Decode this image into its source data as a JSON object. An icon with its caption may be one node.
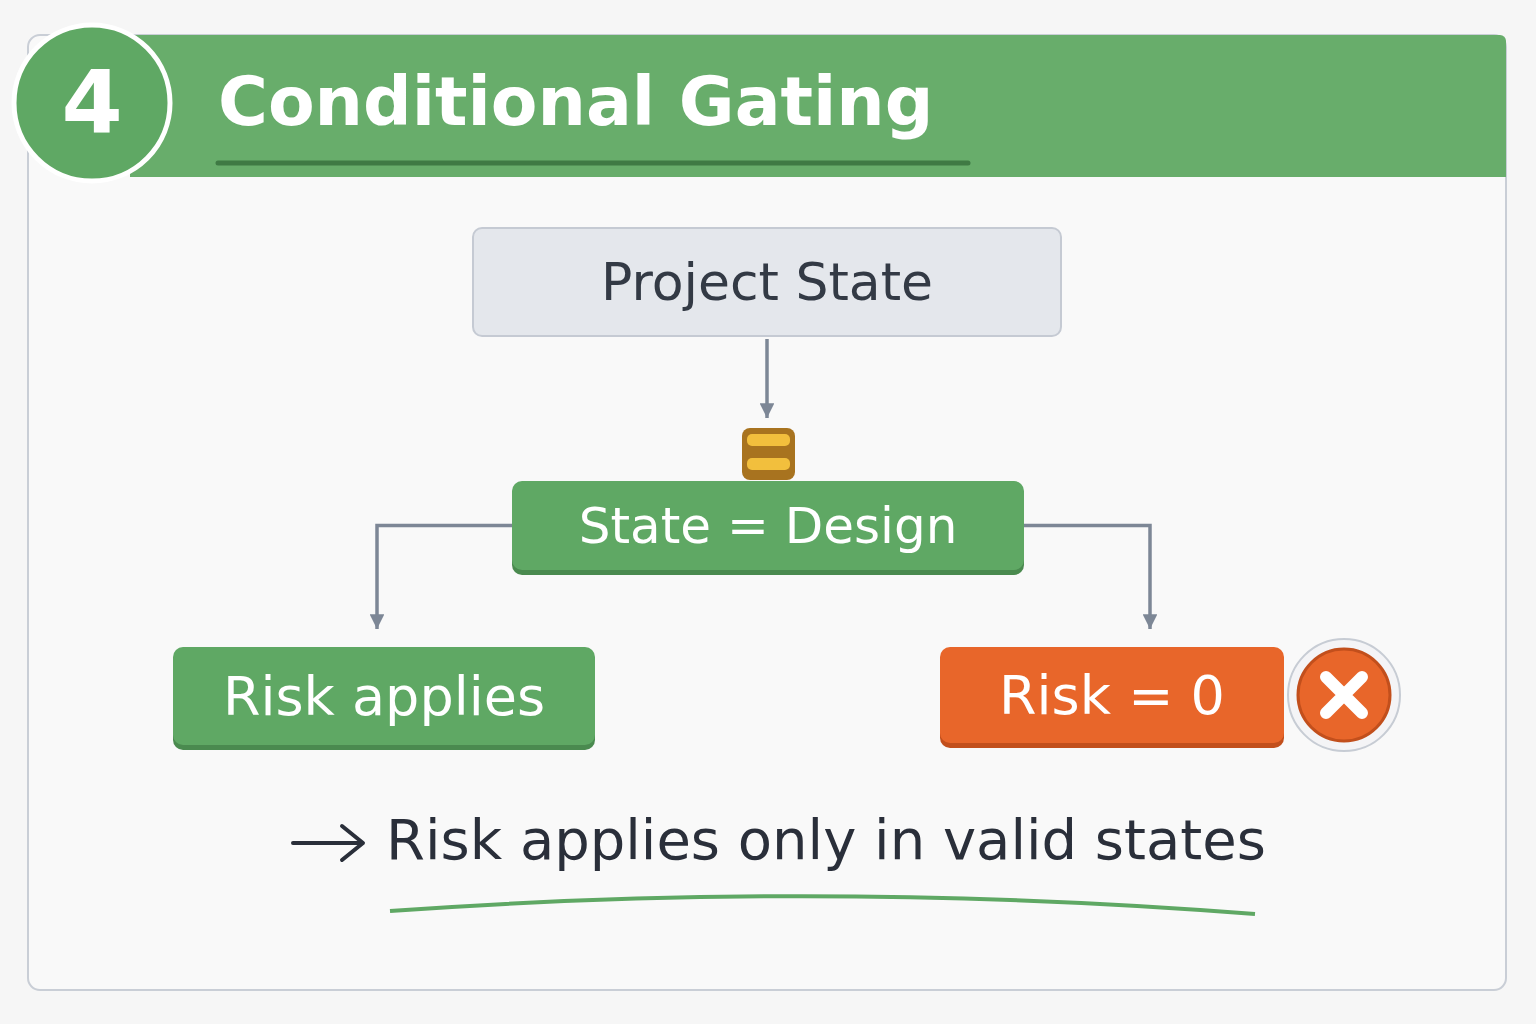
{
  "diagram": {
    "title": "Conditional Gating",
    "nodes": [
      {
        "text": [
          "Project State"
        ]
      },
      {
        "text": [],
        "shape": "box"
      },
      {
        "text": [
          "State = Design"
        ]
      },
      {
        "text": [
          "Risk applies"
        ]
      },
      {
        "text": [
          "Risk = 0"
        ]
      }
    ],
    "edges": [
      {
        "from": 0,
        "to": 1,
        "arrow": "to"
      },
      {
        "from": 2,
        "to": 3,
        "arrow": "to"
      },
      {
        "from": 2,
        "to": 4,
        "arrow": "to"
      }
    ],
    "labels": [
      "4",
      "Risk applies only in valid states"
    ]
  }
}
